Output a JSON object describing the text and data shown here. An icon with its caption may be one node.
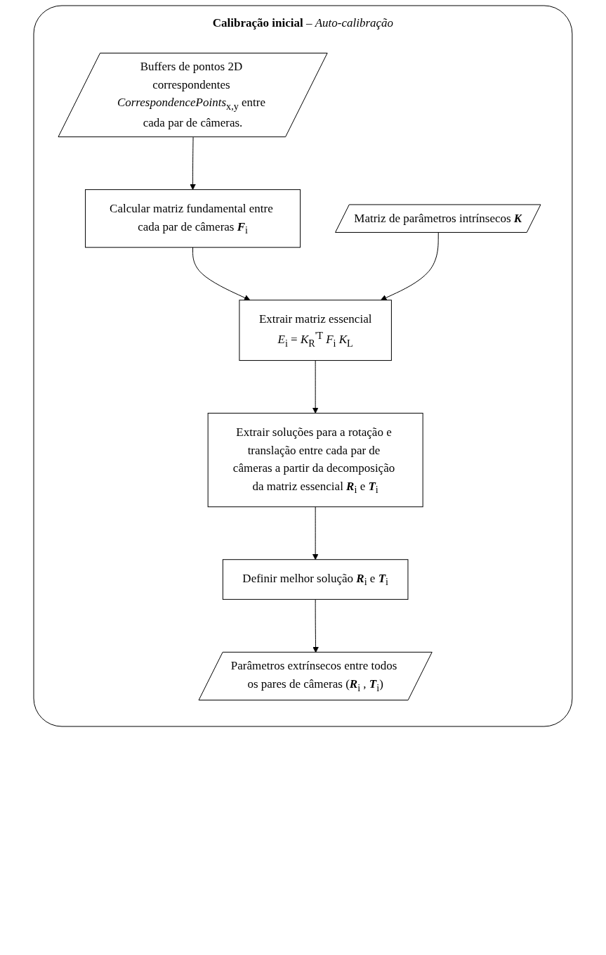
{
  "diagram": {
    "nodes": [
      {
        "text": [
          "**Calibração inicial** – *Auto-calibração*"
        ]
      },
      {
        "text": [
          "Buffers de pontos 2D correspondentes *CorrespondencePoints*$_{x,y}$ entre cada par de câmeras."
        ],
        "in": 0
      },
      {
        "text": [
          "Calcular matriz fundamental entre cada par de câmeras **F**$_{i}$"
        ],
        "in": 0
      },
      {
        "text": [
          "Matriz de parâmetros intrínsecos **K**"
        ],
        "in": 0
      },
      {
        "text": [
          "Extrair matriz essencial",
          "*E*$_{i}$ = *K*$_{R}$$^{'T}$ *F*$_{i}$ *K*$_{L}$"
        ],
        "in": 0
      },
      {
        "text": [
          "Extrair soluções para a rotação e translação entre cada par de câmeras a partir da decomposição da matriz essencial **R**$_{i}$ e **T**$_{i}$"
        ],
        "in": 0
      },
      {
        "text": [
          "Definir melhor solução **R**$_{i}$ e **T**$_{i}$"
        ],
        "in": 0
      },
      {
        "text": [
          "Parâmetros extrínsecos entre todos os pares de câmeras (**R**$_{i}$ , **T**$_{i}$)"
        ],
        "in": 0
      }
    ],
    "edges": [
      {
        "from": 1,
        "to": 2,
        "arrow": "to"
      },
      {
        "from": 2,
        "to": 4,
        "arrow": "to"
      },
      {
        "from": 3,
        "to": 4,
        "arrow": "to"
      },
      {
        "from": 4,
        "to": 5,
        "arrow": "to"
      },
      {
        "from": 5,
        "to": 6,
        "arrow": "to"
      },
      {
        "from": 6,
        "to": 7,
        "arrow": "to"
      }
    ]
  }
}
